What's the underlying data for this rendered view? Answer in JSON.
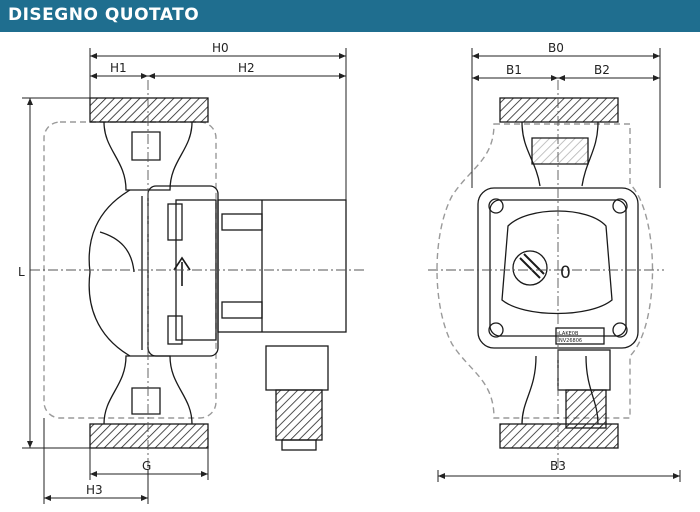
{
  "header": {
    "title": "DISEGNO QUOTATO"
  },
  "side_view": {
    "dims": {
      "h0": "H0",
      "h1": "H1",
      "h2": "H2",
      "l": "L",
      "g": "G",
      "h3": "H3"
    }
  },
  "front_view": {
    "dims": {
      "b0": "B0",
      "b1": "B1",
      "b2": "B2",
      "b3": "B3"
    },
    "dial_mark": "0",
    "plate_line1": "LAKE0B",
    "plate_line2": "NV26806"
  },
  "colors": {
    "header": "#1f6e8f",
    "line": "#1a1a1a",
    "dash": "#9a9a9a"
  }
}
